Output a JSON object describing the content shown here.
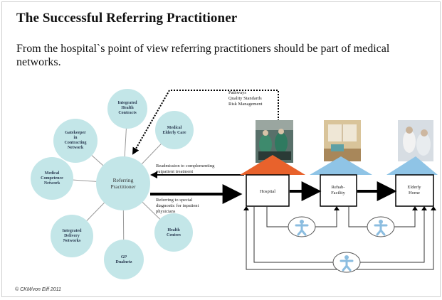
{
  "title": "The Successful Referring Practitioner",
  "subtitle": "From the hospital`s point of view referring practitioners should be part of medical networks.",
  "center": [
    "Referring",
    "Practitioner"
  ],
  "network": [
    {
      "id": "integrated-health-contracts",
      "lines": [
        "Integrated",
        "Health",
        "Contracts"
      ]
    },
    {
      "id": "medical-elderly-care",
      "lines": [
        "Medical",
        "Elderly Care"
      ]
    },
    {
      "id": "gatekeeper",
      "lines": [
        "Gatekeeper",
        "in",
        "Contracting",
        "Network"
      ]
    },
    {
      "id": "medical-competence-network",
      "lines": [
        "Medical",
        "Competence",
        "Network"
      ]
    },
    {
      "id": "integrated-delivery-networks",
      "lines": [
        "Integrated",
        "Delivery",
        "Networks"
      ]
    },
    {
      "id": "gp-dualnetz",
      "lines": [
        "GP",
        "Dualnetz"
      ]
    },
    {
      "id": "health-centers",
      "lines": [
        "Health",
        "Centers"
      ]
    }
  ],
  "annotations": {
    "top": [
      "Pathways",
      "Quality Standards",
      "Risk Management"
    ],
    "readmission": [
      "Readmission to complementing",
      "outpatient treatment"
    ],
    "referring": [
      "Referring to special",
      "diagnostic for inpatient",
      "physicians"
    ]
  },
  "facilities": [
    {
      "id": "hospital",
      "lines": [
        "Hospital"
      ],
      "roof_color": "#e8622c"
    },
    {
      "id": "rehab",
      "lines": [
        "Rehab-",
        "Facility"
      ],
      "roof_color": "#8fc4e6"
    },
    {
      "id": "elderly",
      "lines": [
        "Elderly",
        "Home"
      ],
      "roof_color": "#8fc4e6"
    }
  ],
  "footer": "© CKM/von Eiff 2011",
  "colors": {
    "bubble": "#c3e6e8",
    "line": "#999999",
    "arrow": "#000000",
    "person": "#8bbde0"
  }
}
